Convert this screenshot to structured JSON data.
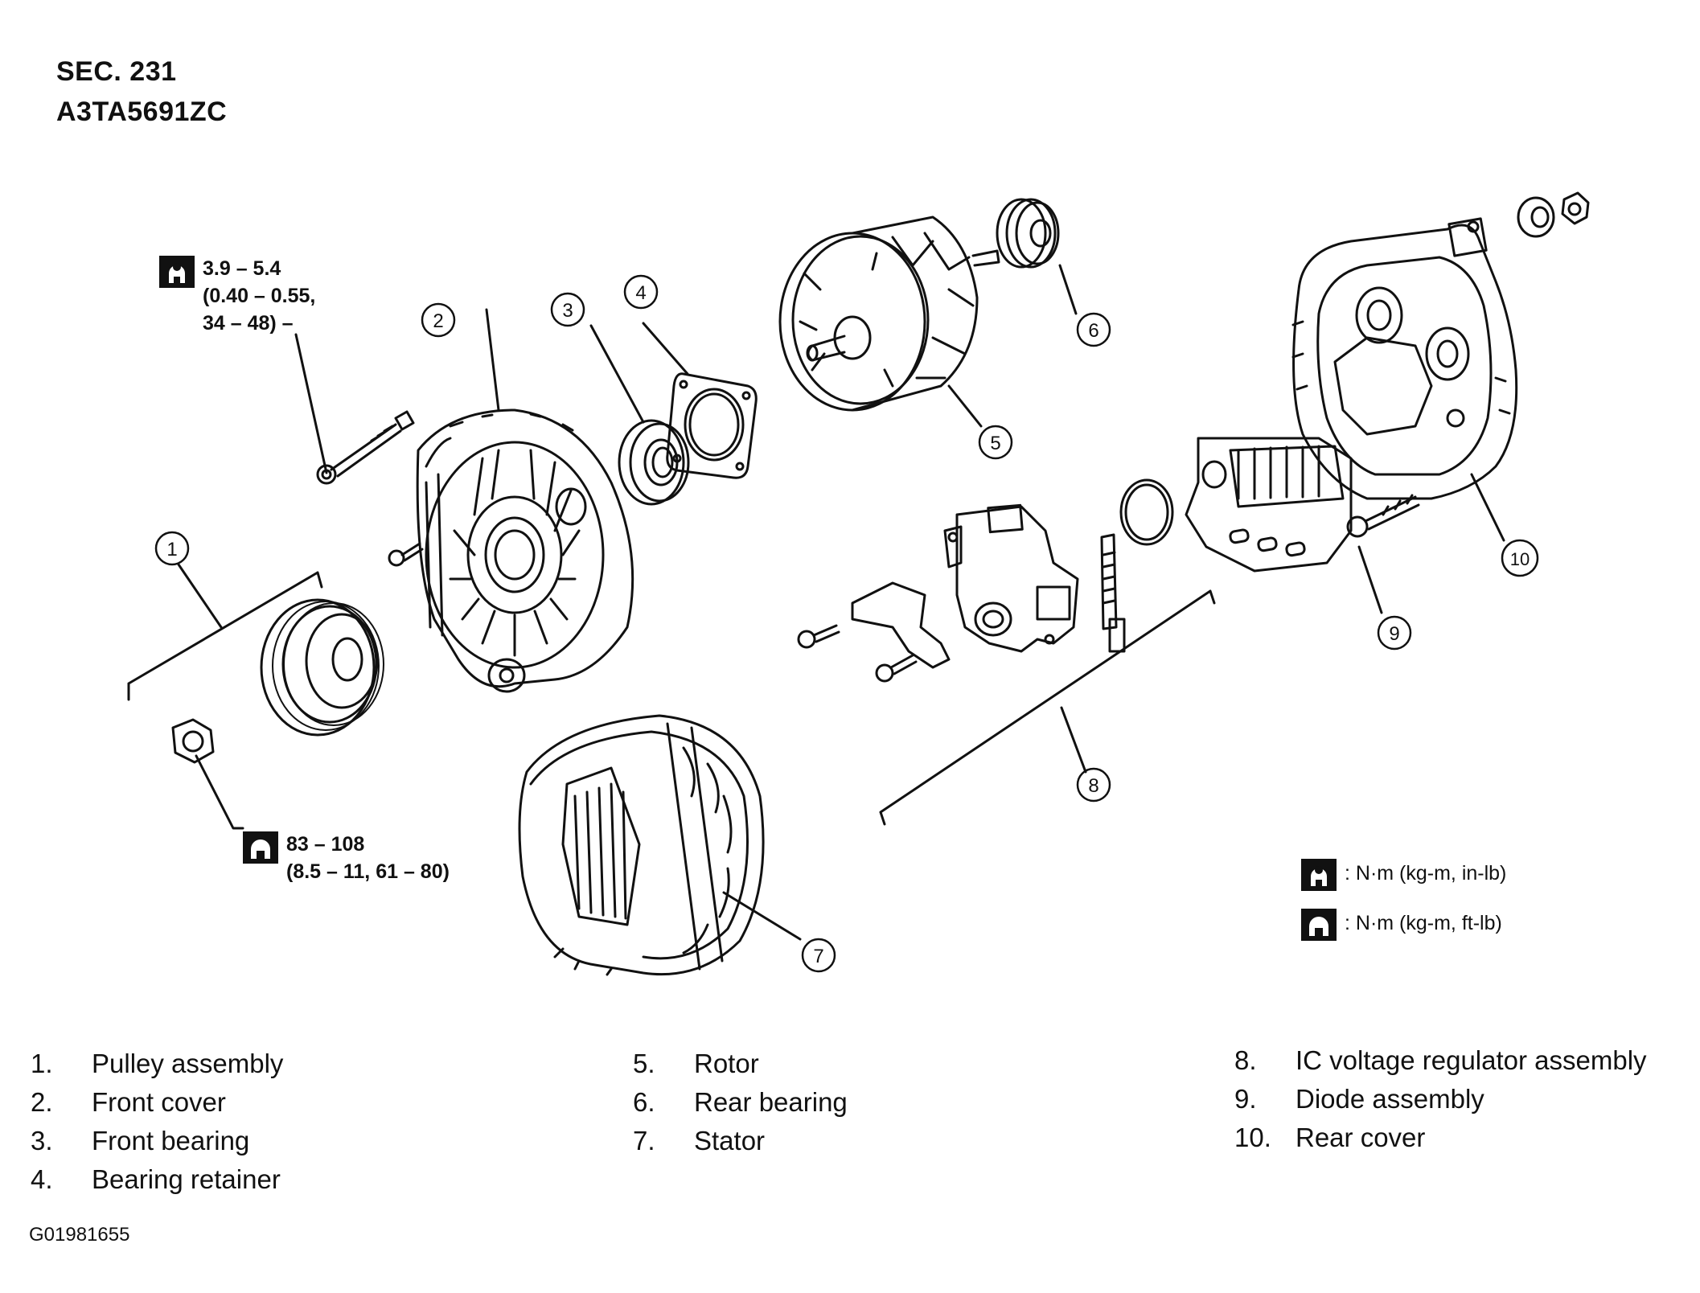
{
  "header": {
    "section": "SEC. 231",
    "drawing_code": "A3TA5691ZC"
  },
  "callouts": [
    "1",
    "2",
    "3",
    "4",
    "5",
    "6",
    "7",
    "8",
    "9",
    "10"
  ],
  "torque_specs": {
    "bolt": [
      "3.9 – 5.4",
      "(0.40 – 0.55,",
      "34 – 48) –"
    ],
    "nut": [
      "83 – 108",
      "(8.5 – 11, 61 – 80)"
    ]
  },
  "legend": {
    "in_lb": ": N·m (kg-m, in-lb)",
    "ft_lb": ": N·m (kg-m, ft-lb)"
  },
  "parts": [
    {
      "num": "1.",
      "name": "Pulley assembly"
    },
    {
      "num": "2.",
      "name": "Front cover"
    },
    {
      "num": "3.",
      "name": "Front bearing"
    },
    {
      "num": "4.",
      "name": "Bearing retainer"
    },
    {
      "num": "5.",
      "name": "Rotor"
    },
    {
      "num": "6.",
      "name": "Rear bearing"
    },
    {
      "num": "7.",
      "name": "Stator"
    },
    {
      "num": "8.",
      "name": "IC voltage regulator assembly"
    },
    {
      "num": "9.",
      "name": "Diode assembly"
    },
    {
      "num": "10.",
      "name": "Rear cover"
    }
  ],
  "figure_id": "G01981655",
  "icons": [
    "torque-wrench-inlb-icon",
    "torque-wrench-ftlb-icon"
  ]
}
